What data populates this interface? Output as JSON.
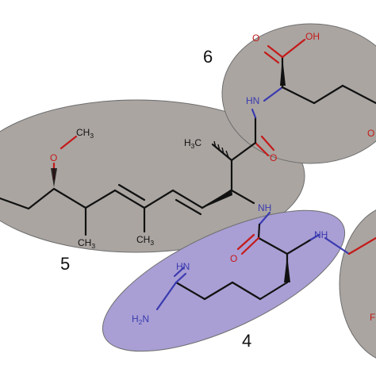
{
  "colors": {
    "region_gray": "#aaa5a1",
    "region_purple": "#a99fd4",
    "region_stroke": "#6e6e6e",
    "bond": "#111111",
    "oxygen": "#c41a1a",
    "nitrogen": "#3a3ab0"
  },
  "labels": {
    "region4": "4",
    "region5": "5",
    "region6": "6"
  },
  "atoms": {
    "methoxy_ch": "CH",
    "methoxy_ch_sub": "3",
    "methoxy_o": "O",
    "methyl_h3c": "H",
    "methyl_h3c_sub": "3",
    "methyl_h3c_c": "C",
    "amide_o_top": "O",
    "nh_top": "HN",
    "nh_middle": "NH",
    "amide_o_mid": "O",
    "nh_right": "NH",
    "cooh_o": "O",
    "cooh_oh": "OH",
    "side_o": "O",
    "imine_hn": "HN",
    "amine_h2n": "H",
    "amine_h2n_sub": "2",
    "amine_h2n_n": "N",
    "ch3_lower_1": "CH",
    "ch3_lower_1_sub": "3",
    "ch3_lower_2": "CH",
    "ch3_lower_2_sub": "3",
    "cut_red": "F"
  }
}
